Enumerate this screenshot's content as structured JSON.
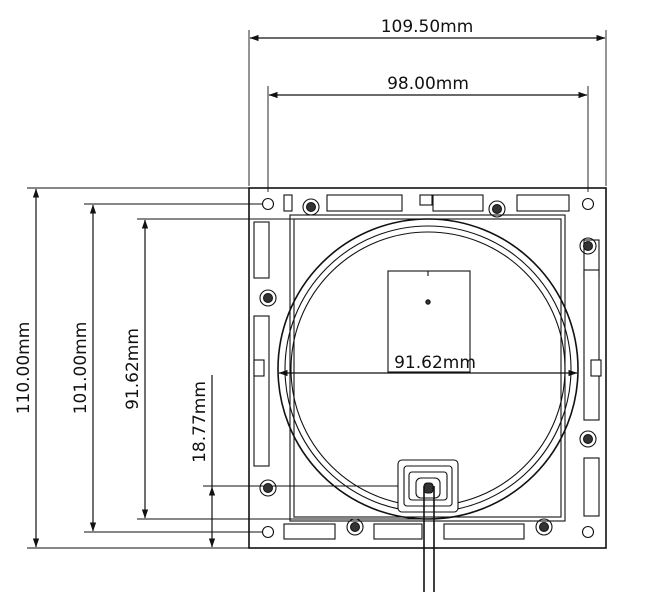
{
  "dimensions": {
    "overall_width": "109.50mm",
    "hole_spacing_width": "98.00mm",
    "overall_height": "110.00mm",
    "hole_spacing_height": "101.00mm",
    "lens_height": "91.62mm",
    "connector_offset": "18.77mm",
    "lens_diameter": "91.62mm"
  },
  "colors": {
    "line": "#111111",
    "background": "#ffffff"
  }
}
